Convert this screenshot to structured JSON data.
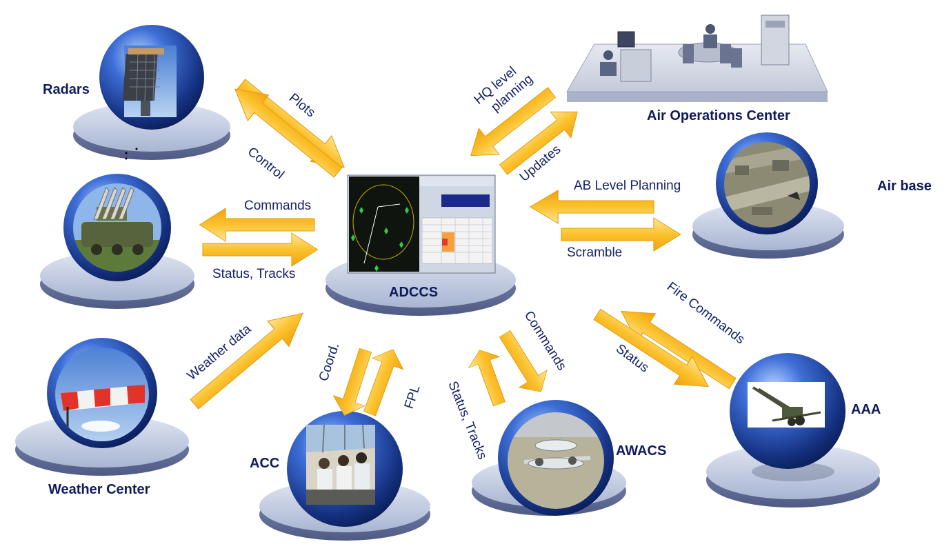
{
  "nodes": {
    "radars": "Radars",
    "aoc": "Air Operations Center",
    "airbase": "Air base",
    "adccs": "ADCCS",
    "aaa": "AAA",
    "awacs": "AWACS",
    "acc": "ACC",
    "weather": "Weather Center"
  },
  "flows": {
    "plots": "Plots",
    "control": "Control",
    "hq": "HQ level planning",
    "updates": "Updates",
    "ab_planning": "AB Level Planning",
    "scramble": "Scramble",
    "commands_left": "Commands",
    "status_tracks_left": "Status, Tracks",
    "weather_data": "Weather data",
    "coord": "Coord.",
    "fpl": "FPL",
    "commands_awacs": "Commands",
    "status_tracks_awacs": "Status, Tracks",
    "fire_commands": "Fire Commands",
    "status_aaa": "Status"
  },
  "colors": {
    "node_text": "#0f1a5c",
    "flow_text": "#14206a",
    "arrow_fill": "#fbc22e",
    "sphere": "#1c3f9c",
    "pedestal": "#b4c0da"
  }
}
